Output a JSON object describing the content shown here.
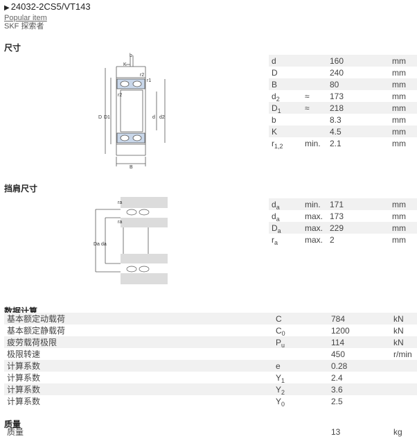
{
  "header": {
    "title": "24032-2CS5/VT143",
    "popular": "Popular item",
    "brand": "SKF 探索者"
  },
  "sections": {
    "dimensions": "尺寸",
    "abutment": "挡肩尺寸",
    "calc": "数据计算",
    "mass": "质量"
  },
  "dim_figure_labels": {
    "b": "b",
    "K": "K",
    "r2": "r2",
    "r1": "r1",
    "r2b": "r2",
    "D": "D",
    "D1": "D1",
    "d": "d",
    "d2": "d2",
    "B": "B"
  },
  "abut_figure_labels": {
    "ra_top": "ra",
    "ra_mid": "ra",
    "Da": "Da",
    "da": "da"
  },
  "dimensions": [
    {
      "sym": "d",
      "sub": "",
      "qual": "",
      "val": "160",
      "unit": "mm"
    },
    {
      "sym": "D",
      "sub": "",
      "qual": "",
      "val": "240",
      "unit": "mm"
    },
    {
      "sym": "B",
      "sub": "",
      "qual": "",
      "val": "80",
      "unit": "mm"
    },
    {
      "sym": "d",
      "sub": "2",
      "qual": "≈",
      "val": "173",
      "unit": "mm"
    },
    {
      "sym": "D",
      "sub": "1",
      "qual": "≈",
      "val": "218",
      "unit": "mm"
    },
    {
      "sym": "b",
      "sub": "",
      "qual": "",
      "val": "8.3",
      "unit": "mm"
    },
    {
      "sym": "K",
      "sub": "",
      "qual": "",
      "val": "4.5",
      "unit": "mm"
    },
    {
      "sym": "r",
      "sub": "1,2",
      "qual": "min.",
      "val": "2.1",
      "unit": "mm"
    }
  ],
  "abutment": [
    {
      "sym": "d",
      "sub": "a",
      "qual": "min.",
      "val": "171",
      "unit": "mm"
    },
    {
      "sym": "d",
      "sub": "a",
      "qual": "max.",
      "val": "173",
      "unit": "mm"
    },
    {
      "sym": "D",
      "sub": "a",
      "qual": "max.",
      "val": "229",
      "unit": "mm"
    },
    {
      "sym": "r",
      "sub": "a",
      "qual": "max.",
      "val": "2",
      "unit": "mm"
    }
  ],
  "calc": [
    {
      "label": "基本额定动载荷",
      "sym": "C",
      "sub": "",
      "val": "784",
      "unit": "kN"
    },
    {
      "label": "基本额定静载荷",
      "sym": "C",
      "sub": "0",
      "val": "1200",
      "unit": "kN"
    },
    {
      "label": "疲劳载荷极限",
      "sym": "P",
      "sub": "u",
      "val": "114",
      "unit": "kN"
    },
    {
      "label": "极限转速",
      "sym": "",
      "sub": "",
      "val": "450",
      "unit": "r/min"
    },
    {
      "label": "计算系数",
      "sym": "e",
      "sub": "",
      "val": "0.28",
      "unit": ""
    },
    {
      "label": "计算系数",
      "sym": "Y",
      "sub": "1",
      "val": "2.4",
      "unit": ""
    },
    {
      "label": "计算系数",
      "sym": "Y",
      "sub": "2",
      "val": "3.6",
      "unit": ""
    },
    {
      "label": "计算系数",
      "sym": "Y",
      "sub": "0",
      "val": "2.5",
      "unit": ""
    }
  ],
  "mass": {
    "label": "质量",
    "val": "13",
    "unit": "kg"
  },
  "colors": {
    "race_blue": "#c9d7ea",
    "housing_gray": "#dcdcdc",
    "row_gray": "#f1f1f1"
  }
}
